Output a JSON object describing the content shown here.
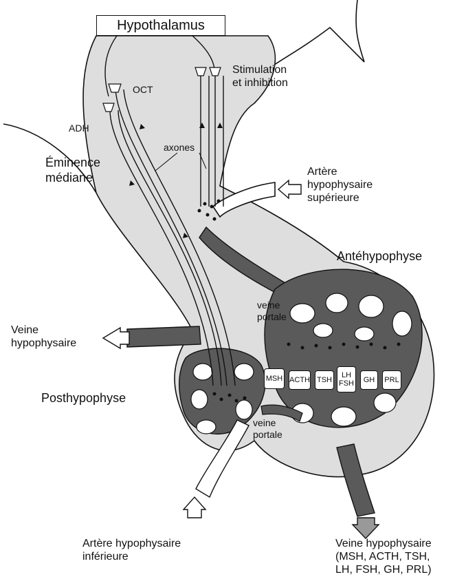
{
  "title": "Hypothalamus",
  "labels": {
    "adh": "ADH",
    "oct": "OCT",
    "stimulation": "Stimulation\net inhibition",
    "axones": "axones",
    "eminence": "Éminence\nmédiane",
    "artere_sup": "Artère\nhypophysaire\nsupérieure",
    "antehypophyse": "Antéhypophyse",
    "veine_portale_1": "veine\nportale",
    "veine_hypophysaire_left": "Veine\nhypophysaire",
    "posthypophyse": "Posthypophyse",
    "veine_portale_2": "veine\nportale",
    "artere_inf": "Artère hypophysaire\ninférieure",
    "veine_hyp_bottom": "Veine hypophysaire\n(MSH, ACTH, TSH,\nLH, FSH, GH, PRL)"
  },
  "hormones": [
    "MSH",
    "ACTH",
    "TSH",
    "LH\nFSH",
    "GH",
    "PRL"
  ],
  "colors": {
    "gland_fill": "#dedede",
    "vessel_fill": "#5a5a5a",
    "outline": "#111111",
    "axon_fill": "#ffffff"
  }
}
